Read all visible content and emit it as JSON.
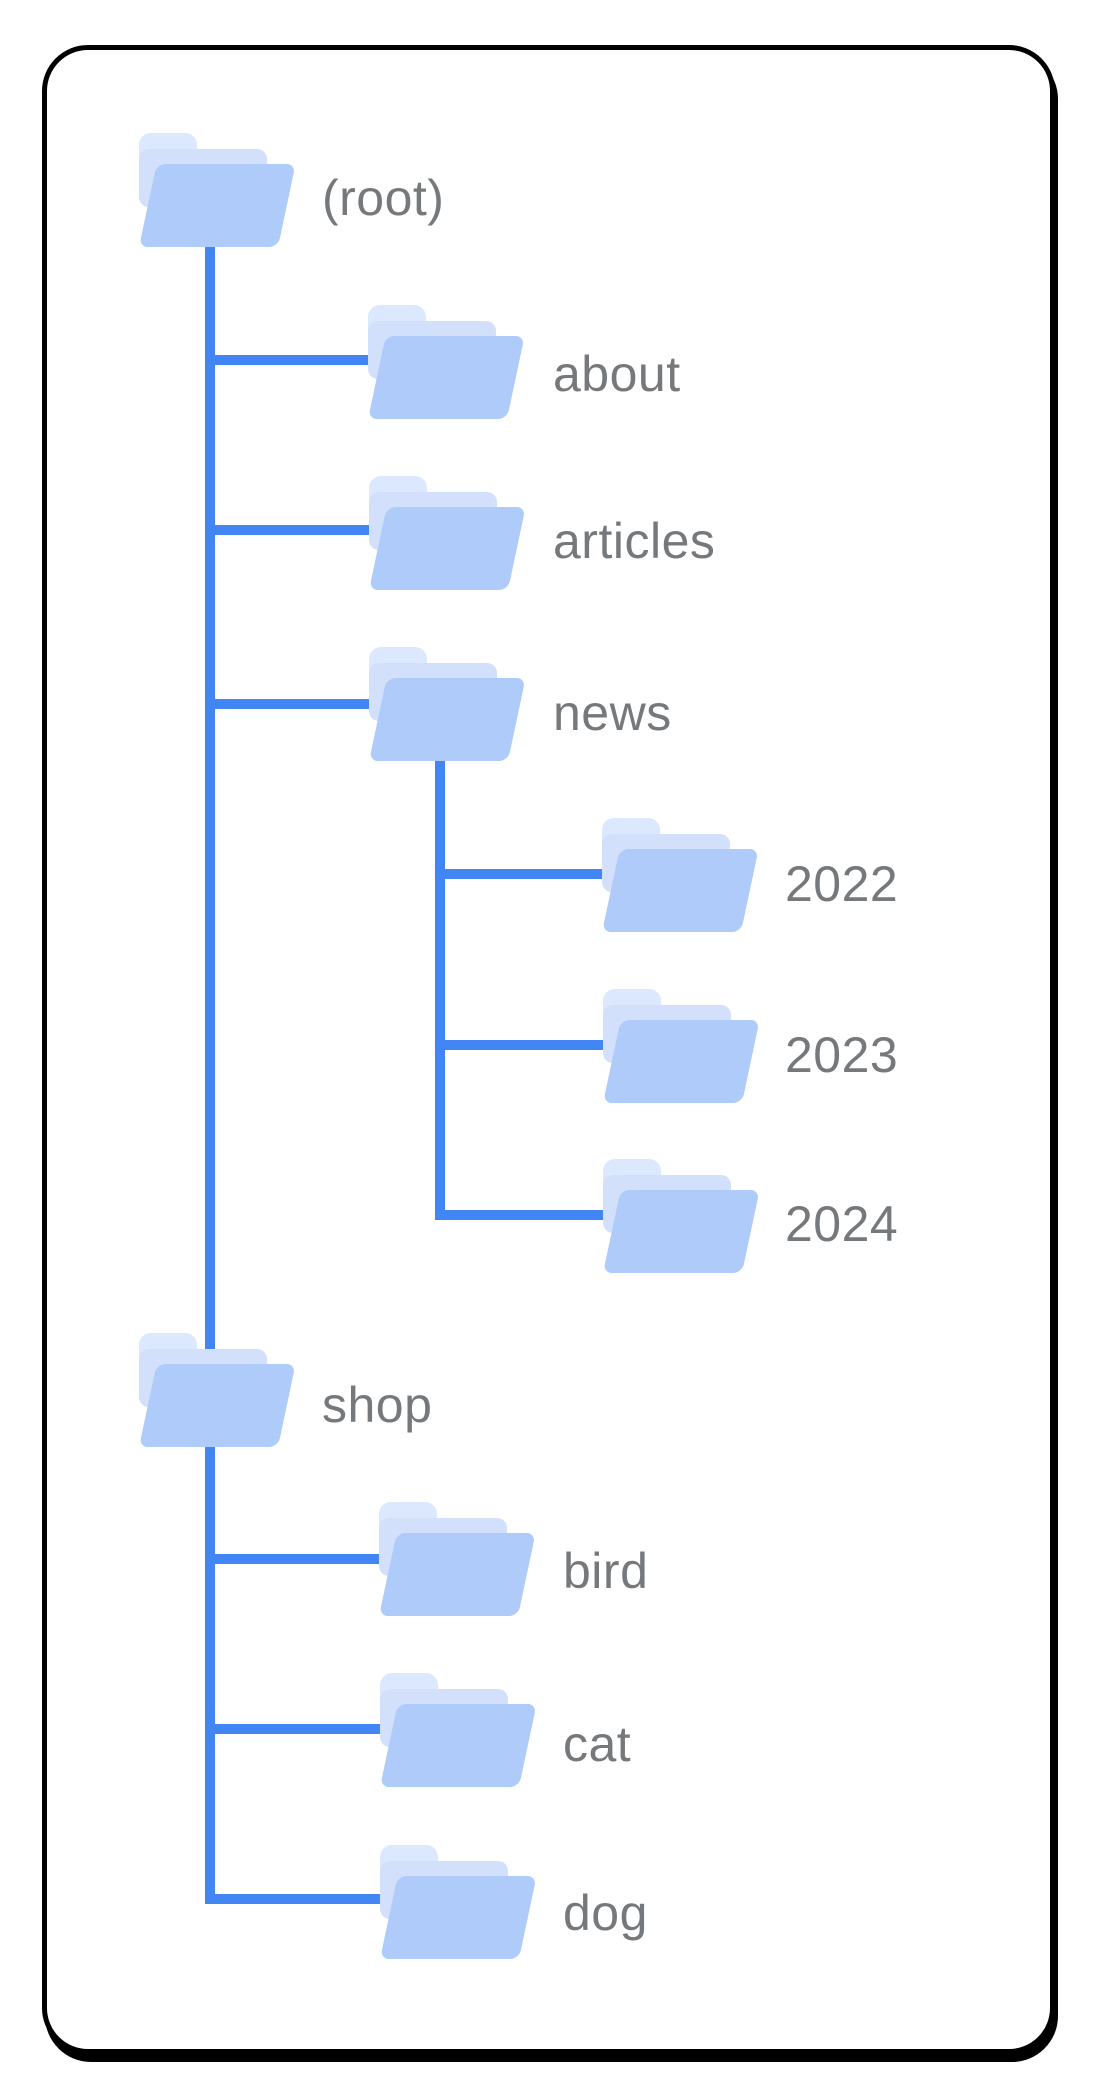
{
  "diagram": {
    "type": "site-structure-folder-tree",
    "tree": {
      "label": "(root)",
      "children": [
        {
          "label": "about",
          "children": []
        },
        {
          "label": "articles",
          "children": []
        },
        {
          "label": "news",
          "children": [
            {
              "label": "2022"
            },
            {
              "label": "2023"
            },
            {
              "label": "2024"
            }
          ]
        },
        {
          "label": "shop",
          "children": [
            {
              "label": "bird"
            },
            {
              "label": "cat"
            },
            {
              "label": "dog"
            }
          ]
        }
      ]
    },
    "colors": {
      "connector_line": "#4285f4",
      "folder_front": "#aecbfa",
      "folder_back_sheet": "#d2e0fb",
      "folder_tab": "#dce8fd",
      "label_text": "#76797c",
      "card_border": "#000000",
      "card_background": "#ffffff"
    }
  }
}
